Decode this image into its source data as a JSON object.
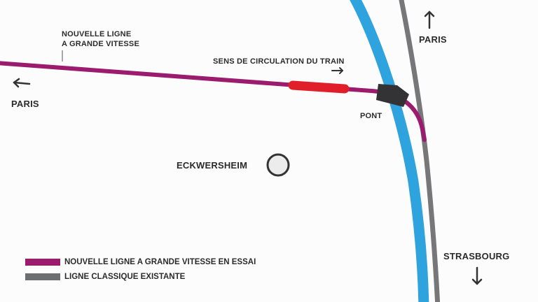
{
  "colors": {
    "high_speed_line": "#9b1b6e",
    "classic_line": "#77777a",
    "river": "#2ea3dd",
    "train": "#e11f2b",
    "bridge": "#333335",
    "text": "#2b2b2b",
    "town_fill": "#ececec",
    "background": "#fcfcfc"
  },
  "labels": {
    "new_line_title_1": "NOUVELLE LIGNE",
    "new_line_title_2": "A GRANDE VITESSE",
    "direction": "SENS DE CIRCULATION DU TRAIN",
    "paris_west": "PARIS",
    "paris_north": "PARIS",
    "bridge": "PONT",
    "town": "ECKWERSHEIM",
    "strasbourg": "STRASBOURG"
  },
  "arrows": {
    "paris_west": "arrow-left",
    "paris_north": "arrow-up",
    "direction": "arrow-right",
    "strasbourg": "arrow-down"
  },
  "legend": [
    {
      "label": "NOUVELLE LIGNE A GRANDE VITESSE EN ESSAI",
      "color": "#9b1b6e"
    },
    {
      "label": "LIGNE CLASSIQUE EXISTANTE",
      "color": "#6d6e71"
    }
  ]
}
